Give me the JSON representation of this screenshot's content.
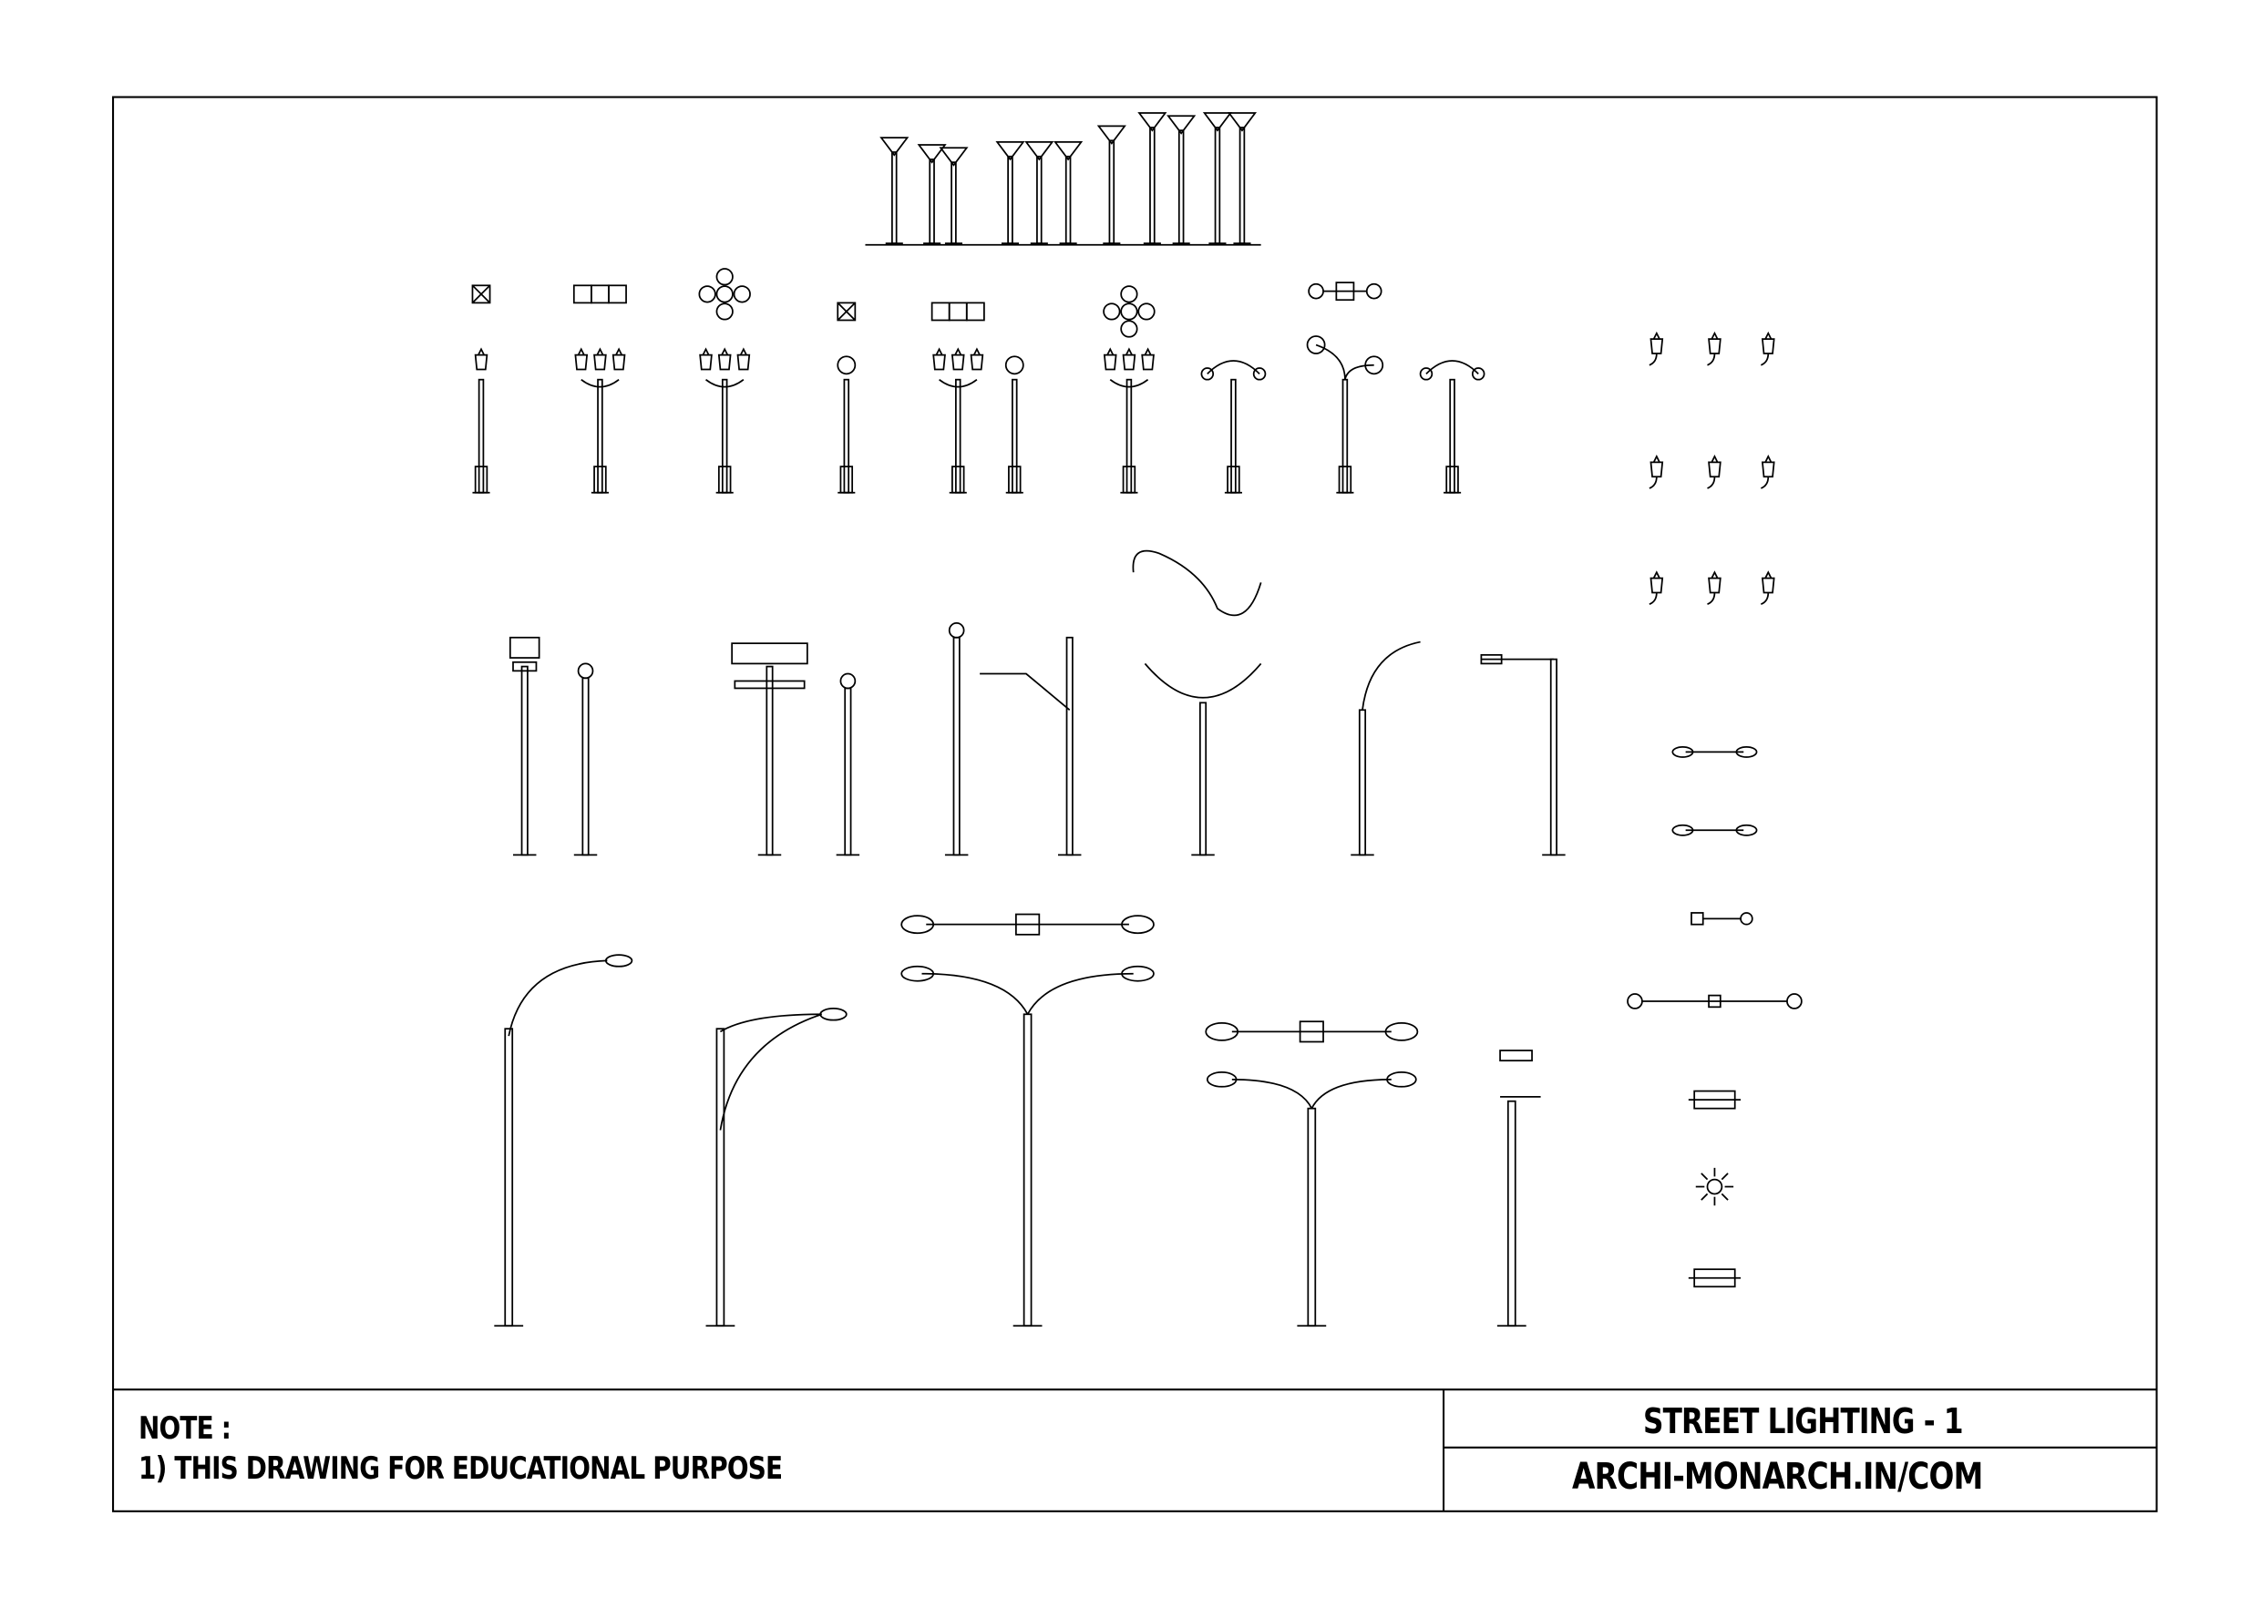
{
  "title_block": {
    "note_heading": "NOTE :",
    "note_line": "1) THIS DRAWING FOR EDUCATIONAL PURPOSE",
    "drawing_title": "STREET LIGHTING - 1",
    "website": "ARCHI-MONARCH.IN/COM"
  },
  "colors": {
    "line": "#000000",
    "background": "#ffffff"
  }
}
